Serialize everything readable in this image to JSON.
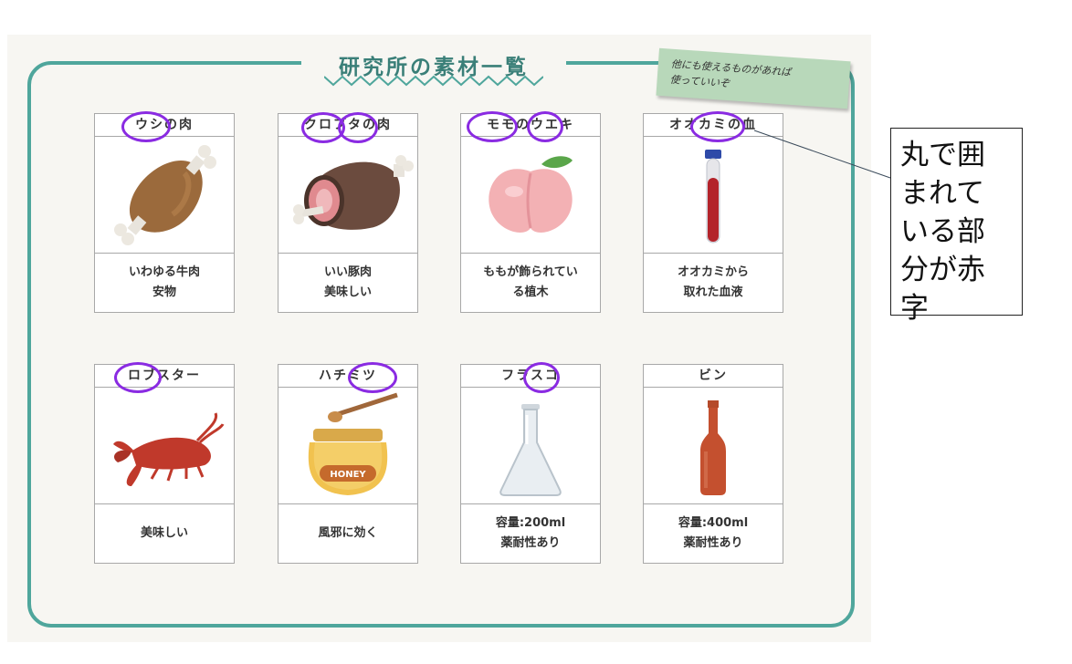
{
  "title": "研究所の素材一覧",
  "note": {
    "line1": "他にも使えるものがあれば",
    "line2": "使っていいぞ"
  },
  "callout": "丸で囲まれている部分が赤字",
  "colors": {
    "frame": "#4fa69c",
    "circle": "#8a2be2",
    "highlight": "#e02828",
    "note": "#b8d8ba"
  },
  "cards": [
    {
      "name": "ウシの肉",
      "icon": "meat-icon",
      "desc1": "いわゆる牛肉",
      "desc2": "安物"
    },
    {
      "name": "クロブタの肉",
      "icon": "pork-icon",
      "desc1": "いい豚肉",
      "desc2": "美味しい"
    },
    {
      "name": "モモのウエキ",
      "icon": "peach-icon",
      "desc1": "ももが飾られてい",
      "desc2": "る植木"
    },
    {
      "name": "オオカミの血",
      "icon": "blood-vial-icon",
      "desc1": "オオカミから",
      "desc2": "取れた血液"
    },
    {
      "name": "ロブスター",
      "icon": "lobster-icon",
      "desc1": "美味しい",
      "desc2": ""
    },
    {
      "name": "ハチミツ",
      "icon": "honey-jar-icon",
      "desc1": "風邪に効く",
      "desc2": "",
      "label": "HONEY"
    },
    {
      "name": "フラスコ",
      "icon": "flask-icon",
      "desc1": "容量:200ml",
      "desc2": "薬耐性あり"
    },
    {
      "name": "ビン",
      "icon": "bottle-icon",
      "desc1": "容量:400ml",
      "desc2": "薬耐性あり"
    }
  ]
}
